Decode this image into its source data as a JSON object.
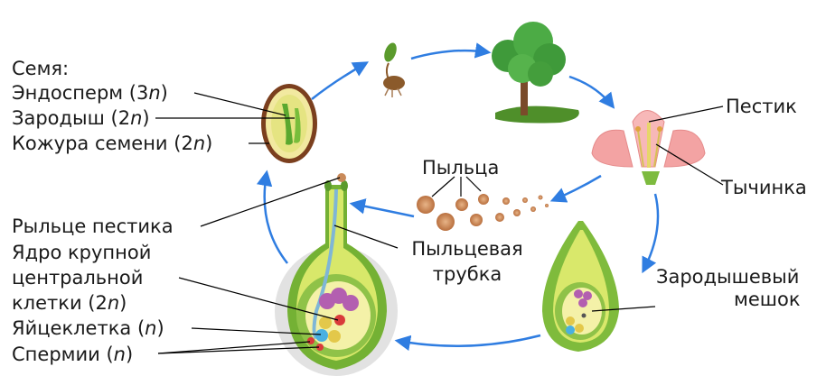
{
  "seed": {
    "title": "Семя:",
    "endosperm": {
      "text": "Эндосперм (3",
      "n": "n",
      "close": ")"
    },
    "embryo": {
      "text": "Зародыш (2",
      "n": "n",
      "close": ")"
    },
    "coat": {
      "text": "Кожура семени (2",
      "n": "n",
      "close": ")"
    }
  },
  "flower": {
    "pistil": "Пестик",
    "stamen": "Тычинка",
    "embryo_sac_line1": "Зародышевый",
    "embryo_sac_line2": "мешок"
  },
  "pollen": {
    "label": "Пыльца",
    "tube_line1": "Пыльцевая",
    "tube_line2": "трубка"
  },
  "ovule": {
    "stigma": "Рыльце пестика",
    "central_line1": "Ядро крупной",
    "central_line2": "центральной",
    "central_line3": {
      "text": "клетки (2",
      "n": "n",
      "close": ")"
    },
    "egg": {
      "text": "Яйцеклетка (",
      "n": "n",
      "close": ")"
    },
    "sperm": {
      "text": "Спермии (",
      "n": "n",
      "close": ")"
    }
  },
  "colors": {
    "arrow": "#2f7de1",
    "leaf_green": "#6aa83b",
    "light_green": "#d8e86a",
    "petal_pink": "#f3a3a3",
    "ovule_yellow": "#f4f1a8",
    "cell_purple": "#b35fb0",
    "cell_red": "#d93b3b",
    "cell_blue": "#4ab0e0",
    "pollen_brown": "#c98a5a"
  }
}
